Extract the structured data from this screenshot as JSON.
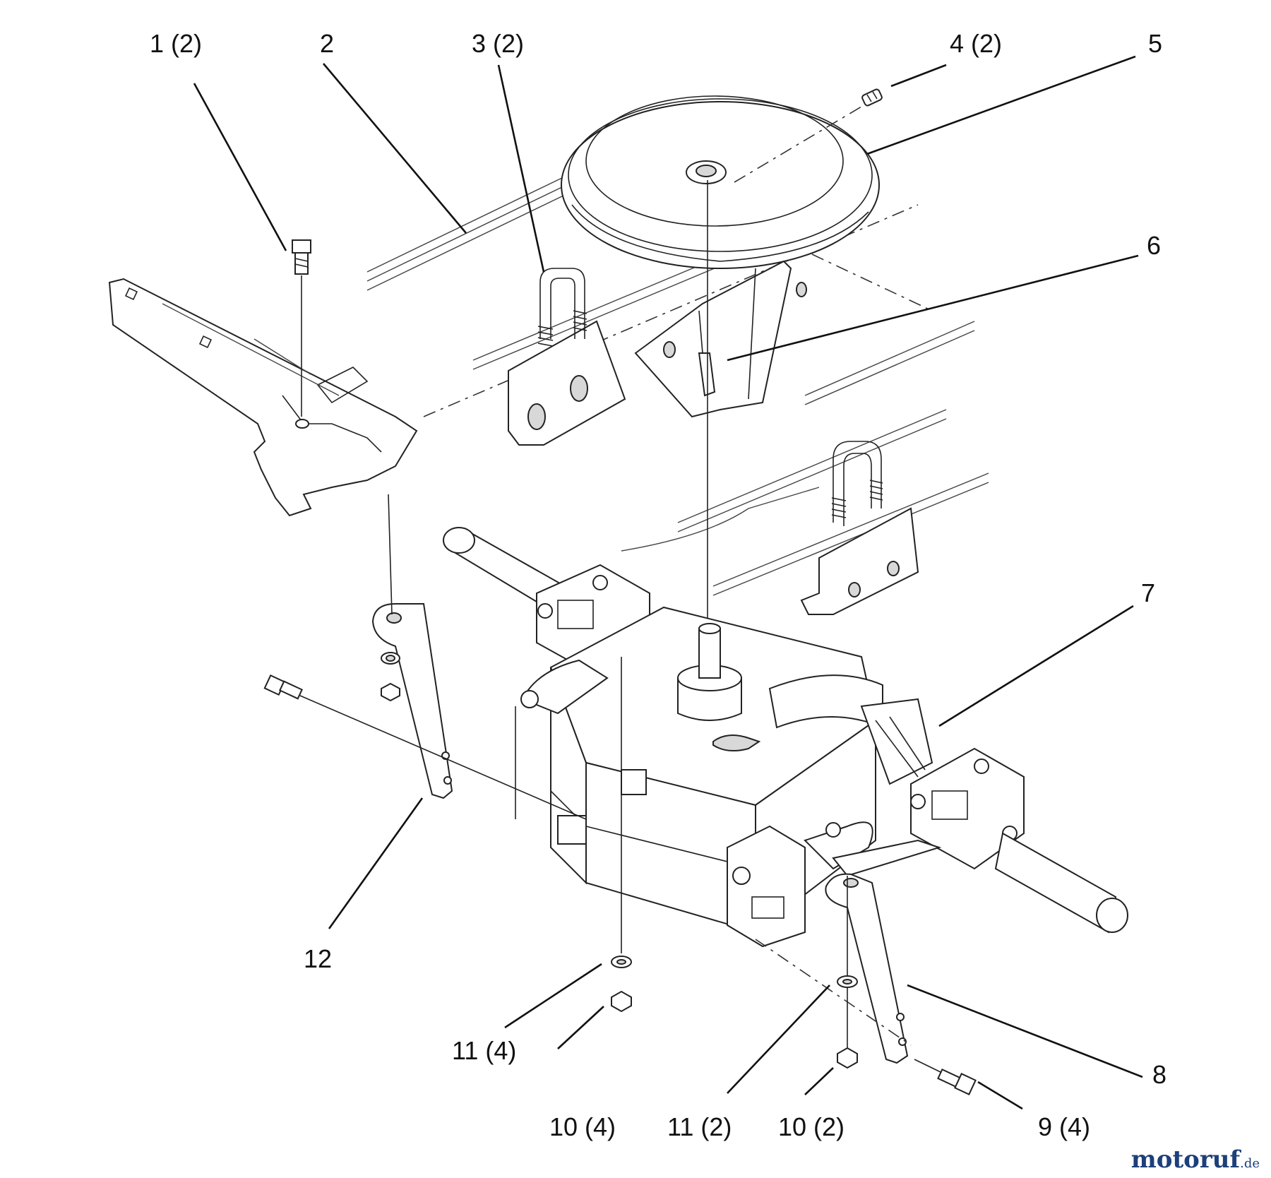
{
  "callouts": {
    "c1": "1 (2)",
    "c2": "2",
    "c3": "3 (2)",
    "c4": "4 (2)",
    "c5": "5",
    "c6": "6",
    "c7": "7",
    "c8": "8",
    "c9": "9 (4)",
    "c10a": "10 (4)",
    "c10b": "10 (2)",
    "c11a": "11 (4)",
    "c11b": "11 (2)",
    "c12": "12"
  },
  "watermark": {
    "brand": "motoruf",
    "tld": ".de",
    "color": "#1d3f7a"
  }
}
